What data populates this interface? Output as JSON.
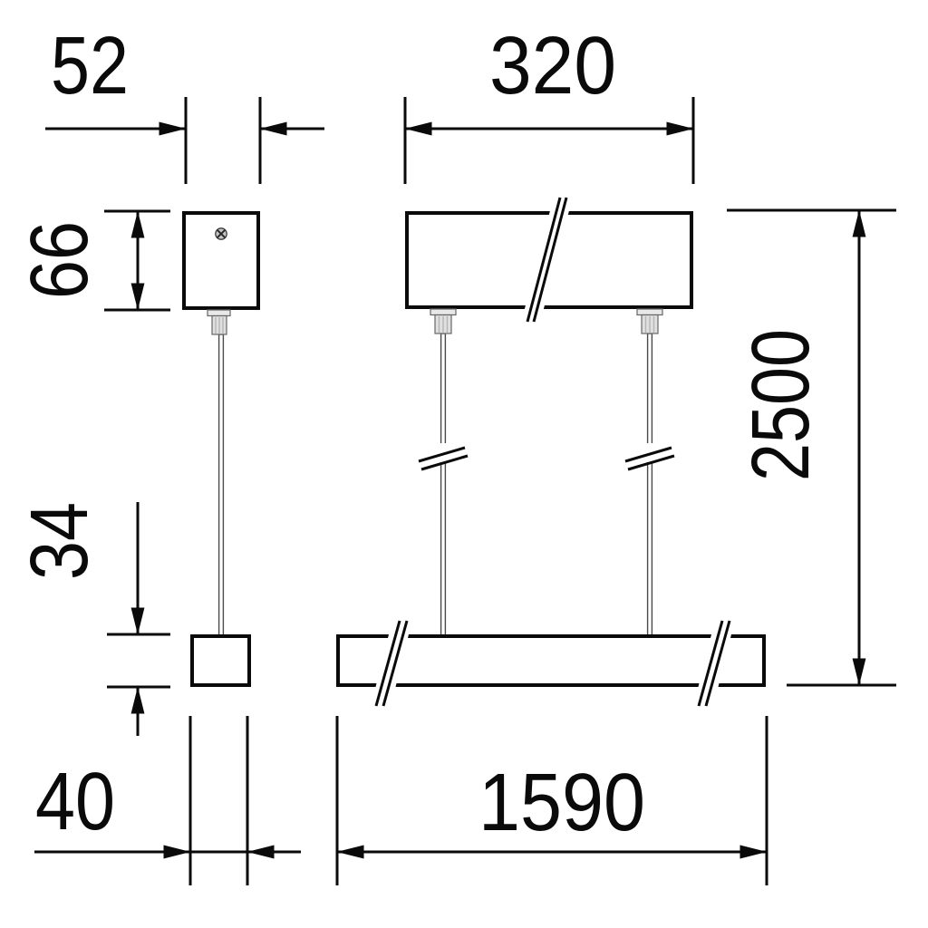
{
  "drawing": {
    "dimensions": {
      "canopy_width_side": "52",
      "canopy_height": "66",
      "canopy_width_front": "320",
      "overall_drop": "2500",
      "profile_height": "34",
      "profile_width": "40",
      "luminaire_length": "1590"
    },
    "colors": {
      "line": "#0a0a0a",
      "background": "#ffffff",
      "metal_fill": "#e8e8e8",
      "metal_stroke": "#666666"
    }
  }
}
